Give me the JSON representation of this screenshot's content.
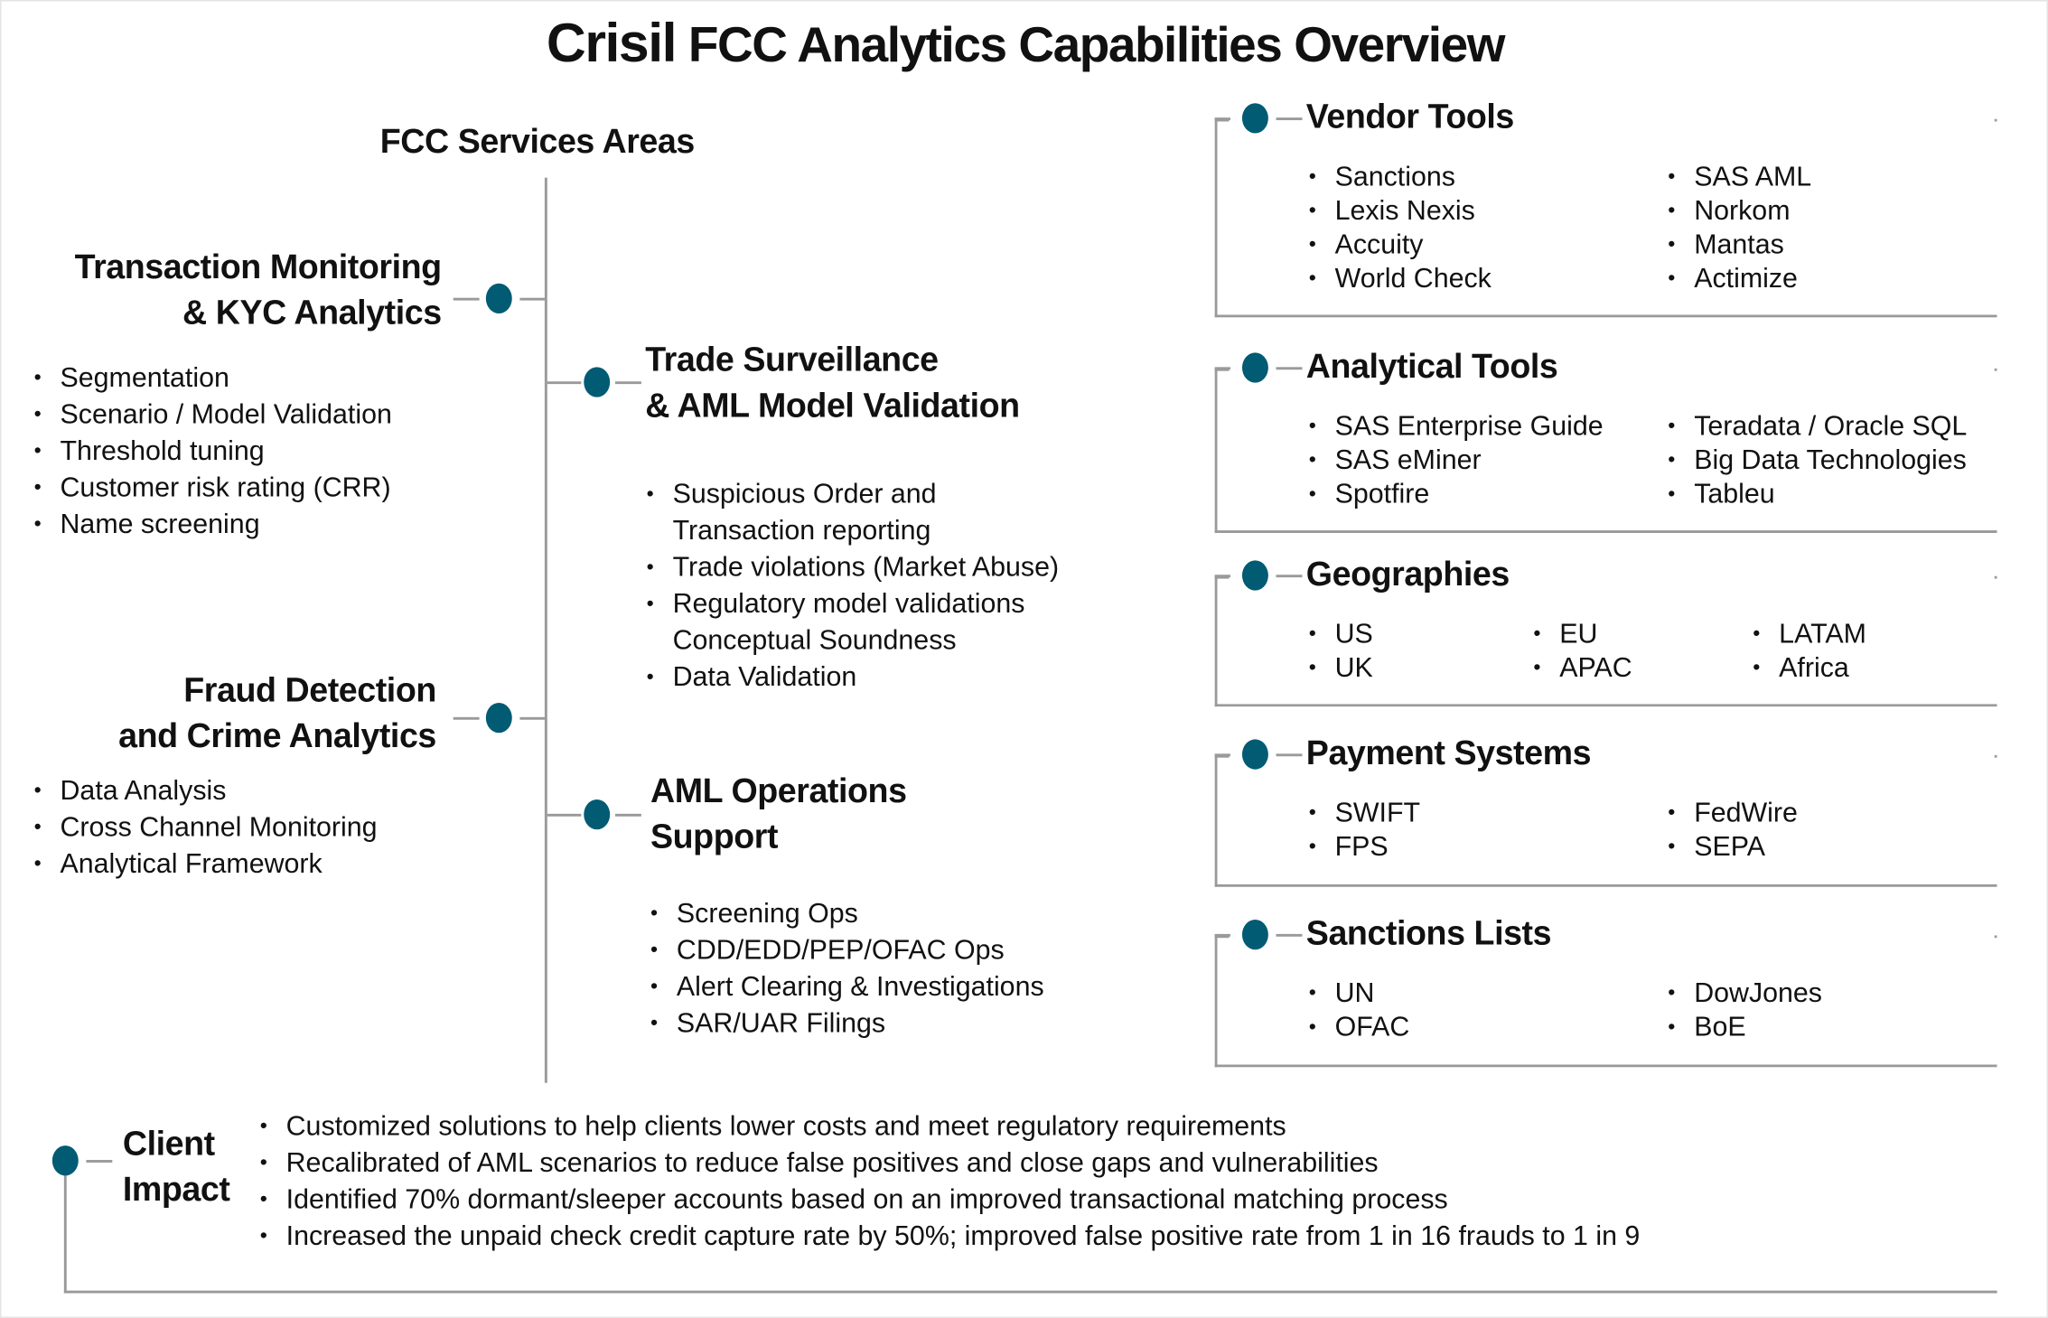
{
  "title": {
    "brand": "Crisil",
    "rest": "FCC Analytics Capabilities Overview"
  },
  "services": {
    "heading": "FCC Services Areas",
    "transaction_monitoring": {
      "title_line1": "Transaction Monitoring",
      "title_line2": "& KYC Analytics",
      "items": [
        "Segmentation",
        "Scenario / Model Validation",
        "Threshold tuning",
        "Customer risk rating (CRR)",
        "Name screening"
      ]
    },
    "fraud_detection": {
      "title_line1": "Fraud Detection",
      "title_line2": "and Crime Analytics",
      "items": [
        "Data Analysis",
        "Cross Channel Monitoring",
        "Analytical Framework"
      ]
    },
    "trade_surveillance": {
      "title_line1": "Trade Surveillance",
      "title_line2": "& AML Model Validation",
      "items": [
        "Suspicious Order and Transaction reporting",
        "Trade violations (Market Abuse)",
        "Regulatory model validations Conceptual Soundness",
        "Data Validation"
      ],
      "lines": [
        "Suspicious Order and",
        "Transaction reporting",
        "Trade violations (Market Abuse)",
        "Regulatory model validations",
        "Conceptual Soundness",
        "Data Validation"
      ]
    },
    "aml_operations": {
      "title_line1": "AML Operations",
      "title_line2": "Support",
      "items": [
        "Screening Ops",
        "CDD/EDD/PEP/OFAC Ops",
        "Alert Clearing & Investigations",
        "SAR/UAR Filings"
      ]
    }
  },
  "panels": {
    "vendor_tools": {
      "title": "Vendor Tools",
      "col1": [
        "Sanctions",
        "Lexis Nexis",
        "Accuity",
        "World Check"
      ],
      "col2": [
        "SAS AML",
        "Norkom",
        "Mantas",
        "Actimize"
      ]
    },
    "analytical_tools": {
      "title": "Analytical Tools",
      "col1": [
        "SAS Enterprise Guide",
        "SAS eMiner",
        "Spotfire"
      ],
      "col2": [
        "Teradata / Oracle SQL",
        "Big Data Technologies",
        "Tableu"
      ]
    },
    "geographies": {
      "title": "Geographies",
      "col1": [
        "US",
        "UK"
      ],
      "col2": [
        "EU",
        "APAC"
      ],
      "col3": [
        "LATAM",
        "Africa"
      ]
    },
    "payment_systems": {
      "title": "Payment Systems",
      "col1": [
        "SWIFT",
        "FPS"
      ],
      "col2": [
        "FedWire",
        "SEPA"
      ]
    },
    "sanctions_lists": {
      "title": "Sanctions Lists",
      "col1": [
        "UN",
        "OFAC"
      ],
      "col2": [
        "DowJones",
        "BoE"
      ]
    }
  },
  "client_impact": {
    "title_line1": "Client",
    "title_line2": "Impact",
    "items": [
      "Customized solutions to help clients lower costs and meet regulatory requirements",
      "Recalibrated of AML scenarios to reduce false positives and close gaps and vulnerabilities",
      "Identified 70% dormant/sleeper accounts based on an improved transactional matching process",
      "Increased the unpaid check credit capture rate by 50%; improved false positive rate from 1 in 16 frauds to 1 in 9"
    ]
  },
  "colors": {
    "accent": "#005b73",
    "line": "#9a9a9a"
  }
}
